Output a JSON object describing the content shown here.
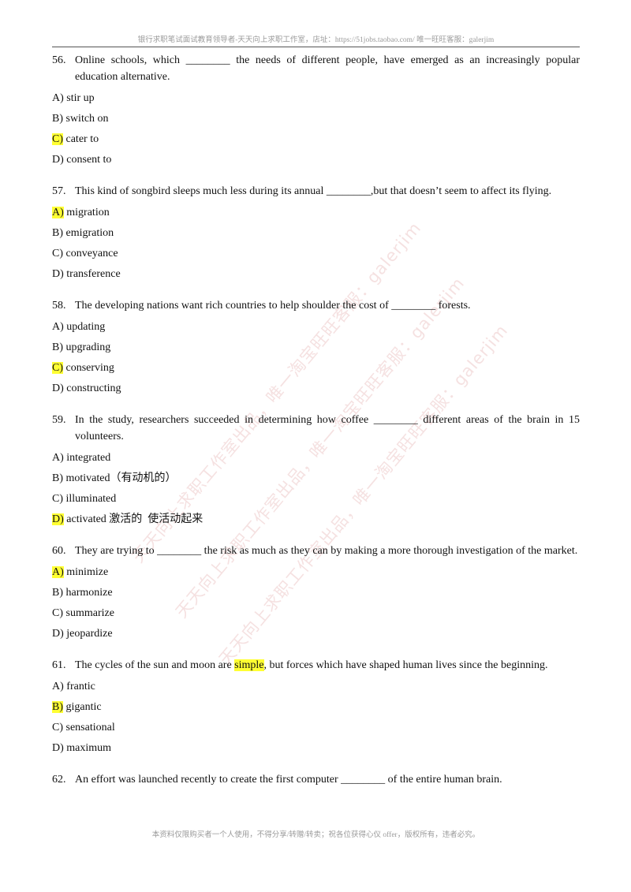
{
  "header": {
    "text": "银行求职笔试面试教育领导者-天天向上求职工作室，店址：https://51jobs.taobao.com/ 唯一旺旺客服：galerjim"
  },
  "questions": [
    {
      "number": "56.",
      "text": [
        {
          "t": "Online schools, which ________ the needs of different people, have emerged as an increasingly popular education alternative.",
          "h": false
        }
      ],
      "options": [
        {
          "letter": "A)",
          "text": " stir up",
          "highlight": false
        },
        {
          "letter": "B)",
          "text": " switch on",
          "highlight": false
        },
        {
          "letter": "C)",
          "text": " cater to",
          "highlight": true
        },
        {
          "letter": "D)",
          "text": " consent to",
          "highlight": false
        }
      ]
    },
    {
      "number": "57.",
      "text": [
        {
          "t": "This kind of songbird sleeps much less during its annual ________,but that doesn’t seem to affect its flying.",
          "h": false
        }
      ],
      "options": [
        {
          "letter": "A)",
          "text": " migration",
          "highlight": true
        },
        {
          "letter": "B)",
          "text": " emigration",
          "highlight": false
        },
        {
          "letter": "C)",
          "text": " conveyance",
          "highlight": false
        },
        {
          "letter": "D)",
          "text": " transference",
          "highlight": false
        }
      ]
    },
    {
      "number": "58.",
      "text": [
        {
          "t": "The developing nations want rich countries to help shoulder the cost of ________ forests.",
          "h": false
        }
      ],
      "options": [
        {
          "letter": "A)",
          "text": " updating",
          "highlight": false
        },
        {
          "letter": "B)",
          "text": " upgrading",
          "highlight": false
        },
        {
          "letter": "C)",
          "text": " conserving",
          "highlight": true
        },
        {
          "letter": "D)",
          "text": " constructing",
          "highlight": false
        }
      ]
    },
    {
      "number": "59.",
      "text": [
        {
          "t": "In the study, researchers succeeded in determining how coffee ________ different areas of the brain in 15 volunteers.",
          "h": false
        }
      ],
      "options": [
        {
          "letter": "A)",
          "text": " integrated",
          "highlight": false
        },
        {
          "letter": "B)",
          "text": " motivated（有动机的）",
          "highlight": false
        },
        {
          "letter": "C)",
          "text": " illuminated",
          "highlight": false
        },
        {
          "letter": "D)",
          "text": " activated 激活的  使活动起来",
          "highlight": true
        }
      ]
    },
    {
      "number": "60.",
      "text": [
        {
          "t": "They are trying to ________ the risk as much as they can by making a more thorough investigation of the market.",
          "h": false
        }
      ],
      "options": [
        {
          "letter": "A)",
          "text": " minimize",
          "highlight": true
        },
        {
          "letter": "B)",
          "text": " harmonize",
          "highlight": false
        },
        {
          "letter": "C)",
          "text": " summarize",
          "highlight": false
        },
        {
          "letter": "D)",
          "text": " jeopardize",
          "highlight": false
        }
      ]
    },
    {
      "number": "61.",
      "text": [
        {
          "t": "The cycles of the sun and moon are ",
          "h": false
        },
        {
          "t": "simple",
          "h": true
        },
        {
          "t": ", but forces which have shaped human lives since the beginning.",
          "h": false
        }
      ],
      "options": [
        {
          "letter": "A)",
          "text": " frantic",
          "highlight": false
        },
        {
          "letter": "B)",
          "text": " gigantic",
          "highlight": true
        },
        {
          "letter": "C)",
          "text": " sensational",
          "highlight": false
        },
        {
          "letter": "D)",
          "text": " maximum",
          "highlight": false
        }
      ]
    },
    {
      "number": "62.",
      "text": [
        {
          "t": "An effort was launched recently to create the first computer ________ of the entire human brain.",
          "h": false
        }
      ],
      "options": []
    }
  ],
  "footer": {
    "text": "本资料仅限购买者一个人使用，不得分享/转赠/转卖；祝各位获得心仪 offer，版权所有，违者必究。"
  },
  "watermarks": [
    "天天向上求职工作室出品，唯一淘宝旺旺客服：galerjim",
    "天天向上求职工作室出品，唯一淘宝旺旺客服：galerjim",
    "天天向上求职工作室出品，唯一淘宝旺旺客服：galerjim"
  ]
}
